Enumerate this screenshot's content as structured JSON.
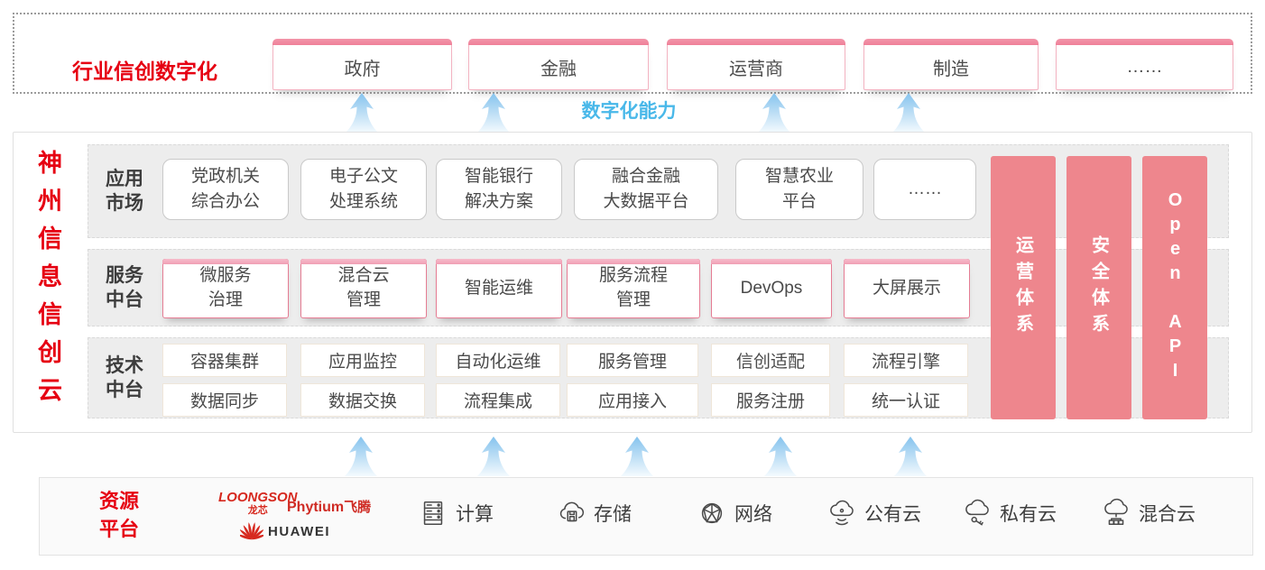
{
  "colors": {
    "accent_red": "#e60012",
    "pillar_pink": "#ee868d",
    "service_box_border": "#e57c93",
    "capability_blue": "#49b8e9"
  },
  "top": {
    "title": "行业信创数字化",
    "industries": [
      "政府",
      "金融",
      "运营商",
      "制造",
      "……"
    ]
  },
  "capability_label": "数字化能力",
  "platform": {
    "vertical_title": "神州信息信创云",
    "rows": [
      {
        "label": "应用\n市场",
        "items": [
          "党政机关\n综合办公",
          "电子公文\n处理系统",
          "智能银行\n解决方案",
          "融合金融\n大数据平台",
          "智慧农业\n平台",
          "……"
        ]
      },
      {
        "label": "服务\n中台",
        "items": [
          "微服务\n治理",
          "混合云\n管理",
          "智能运维",
          "服务流程\n管理",
          "DevOps",
          "大屏展示"
        ]
      },
      {
        "label": "技术\n中台",
        "items_row1": [
          "容器集群",
          "应用监控",
          "自动化运维",
          "服务管理",
          "信创适配",
          "流程引擎"
        ],
        "items_row2": [
          "数据同步",
          "数据交换",
          "流程集成",
          "应用接入",
          "服务注册",
          "统一认证"
        ]
      }
    ],
    "pillars": [
      "运营体系",
      "安全体系",
      "Open API"
    ]
  },
  "resources": {
    "label": "资源\n平台",
    "vendors": [
      {
        "name": "LOONGSON",
        "sub": "龙芯"
      },
      {
        "name": "Phytium",
        "sub": "飞腾"
      },
      {
        "name": "HUAWEI"
      }
    ],
    "items": [
      {
        "icon": "compute-icon",
        "label": "计算"
      },
      {
        "icon": "storage-icon",
        "label": "存储"
      },
      {
        "icon": "network-icon",
        "label": "网络"
      },
      {
        "icon": "public-cloud-icon",
        "label": "公有云"
      },
      {
        "icon": "private-cloud-icon",
        "label": "私有云"
      },
      {
        "icon": "hybrid-cloud-icon",
        "label": "混合云"
      }
    ]
  }
}
